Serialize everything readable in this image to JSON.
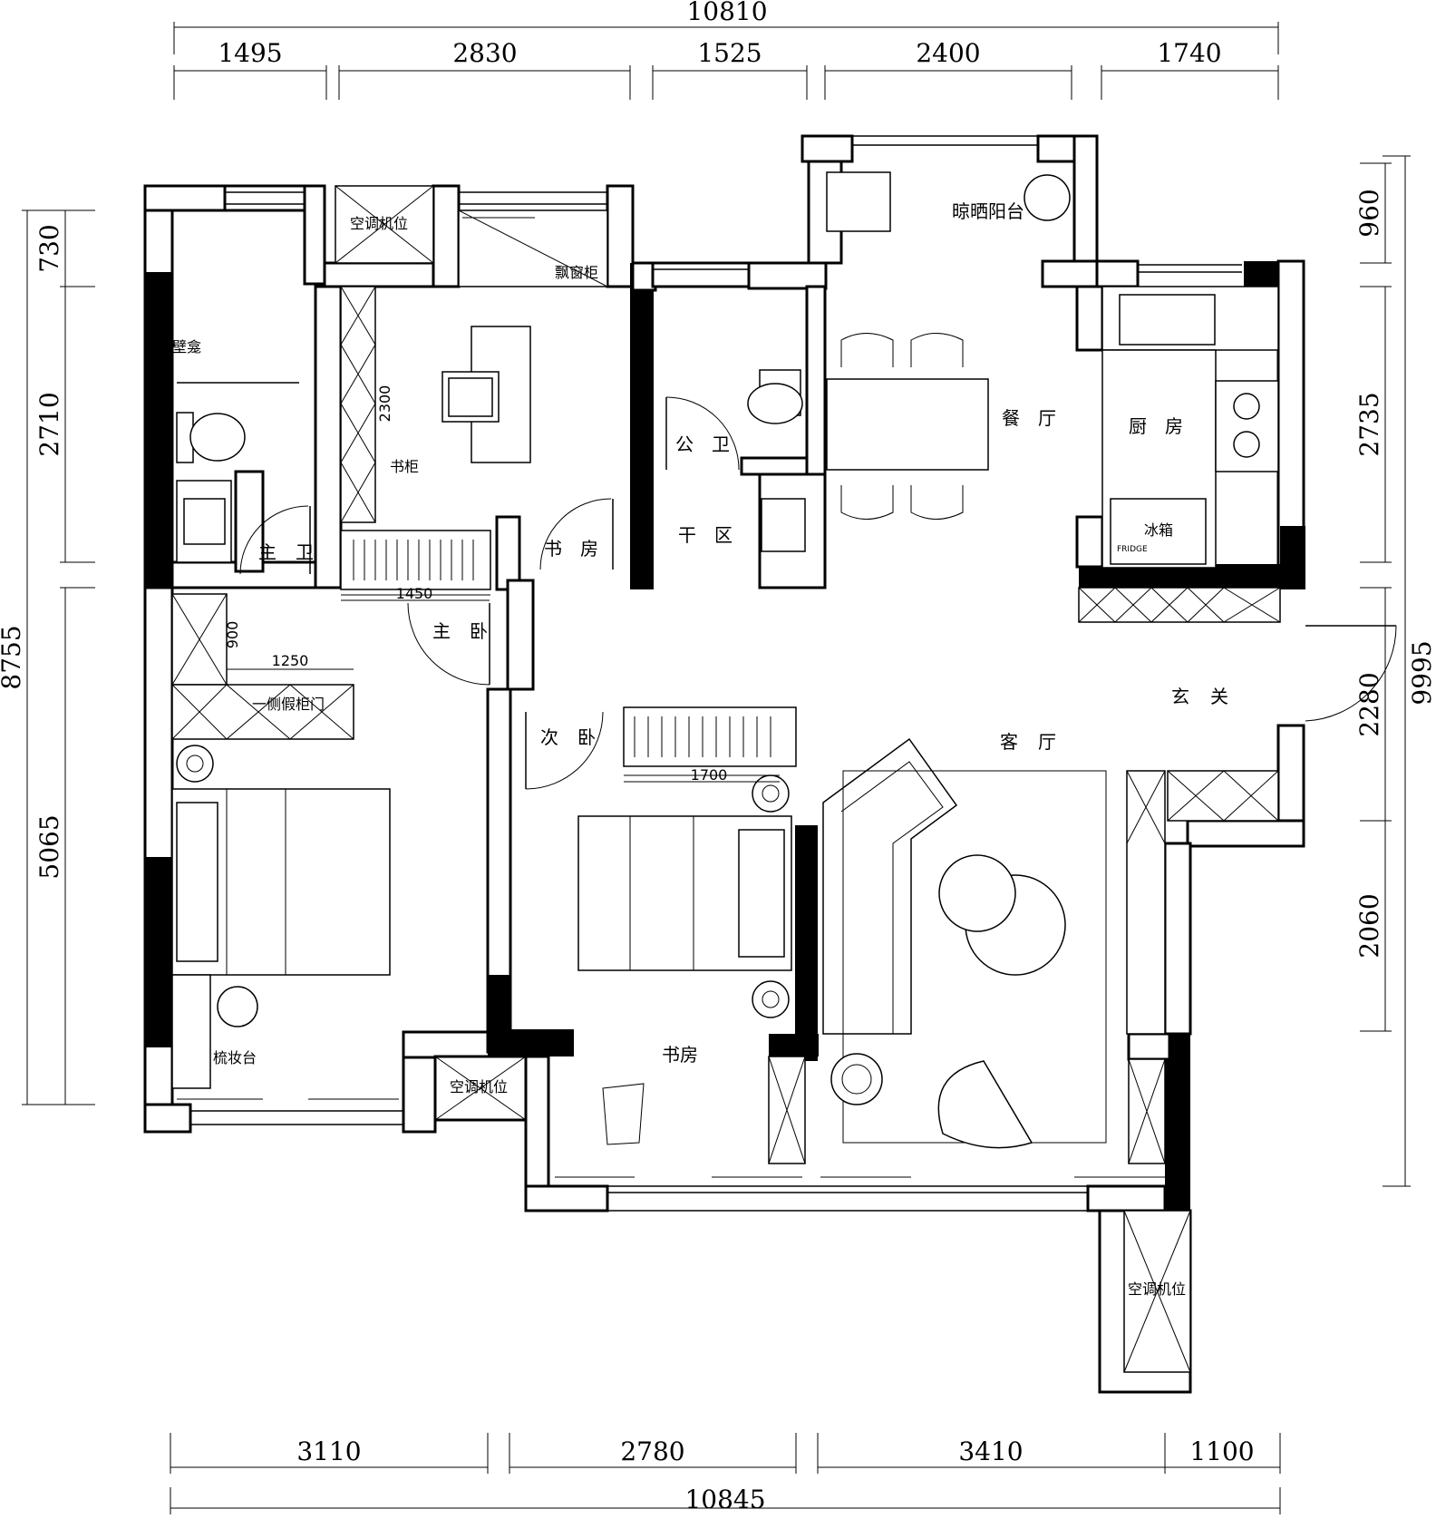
{
  "dimensions": {
    "top_total": "10810",
    "top": [
      "1495",
      "2830",
      "1525",
      "2400",
      "1740"
    ],
    "bottom": [
      "3110",
      "2780",
      "3410",
      "1100"
    ],
    "bottom_total": "10845",
    "left": [
      "730",
      "2710",
      "5065"
    ],
    "left_total": "8755",
    "right": [
      "960",
      "2735",
      "2280",
      "2060"
    ],
    "right_total": "9995",
    "interior": {
      "bookcase_height": "2300",
      "wardrobe_width": "1450",
      "side_depth": "900",
      "side_width": "1250",
      "cabinet_width": "1700"
    }
  },
  "rooms": {
    "ac_top": "空调机位",
    "bay_cabinet": "飘窗柜",
    "balcony": "晾晒阳台",
    "niche": "壁龛",
    "master_bath_1": "主",
    "master_bath_2": "卫",
    "bookcase": "书柜",
    "study_top_1": "书",
    "study_top_2": "房",
    "public_bath_1": "公",
    "public_bath_2": "卫",
    "dry_area_1": "干",
    "dry_area_2": "区",
    "dining_1": "餐",
    "dining_2": "厅",
    "kitchen_1": "厨",
    "kitchen_2": "房",
    "fridge": "冰箱",
    "fridge_brand": "FRIDGE",
    "master_bed_1": "主",
    "master_bed_2": "卧",
    "false_door": "一侧假柜门",
    "second_bed_1": "次",
    "second_bed_2": "卧",
    "foyer_1": "玄",
    "foyer_2": "关",
    "living_1": "客",
    "living_2": "厅",
    "vanity": "梳妆台",
    "ac_mid": "空调机位",
    "study_bottom": "书房",
    "ac_bottom": "空调机位"
  }
}
